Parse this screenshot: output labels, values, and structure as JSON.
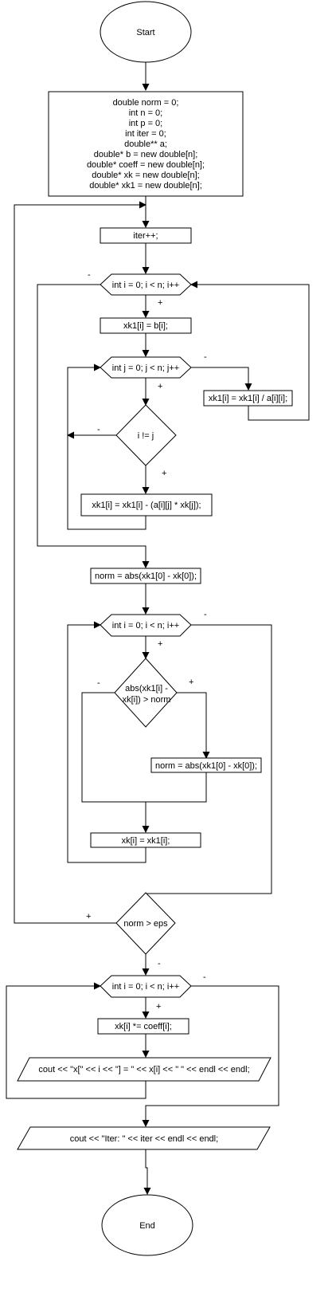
{
  "nodes": {
    "start": "Start",
    "init": [
      "double norm = 0;",
      "int n = 0;",
      "int p = 0;",
      "int iter = 0;",
      "double** a;",
      "double* b = new double[n];",
      "double* coeff = new double[n];",
      "double* xk = new double[n];",
      "double* xk1 = new double[n];"
    ],
    "iter_inc": "iter++;",
    "loop_i1": "int i = 0; i < n; i++",
    "assign_b": "xk1[i] = b[i];",
    "loop_j": "int j = 0; j < n; j++",
    "divide": "xk1[i] = xk1[i] / a[i][i];",
    "cond_ij": "i != j",
    "subtract": "xk1[i] = xk1[i] - (a[i][j] * xk[j]);",
    "norm1": "norm = abs(xk1[0] - xk[0]);",
    "loop_i2": "int i = 0; i < n; i++",
    "cond_abs": [
      "abs(xk1[i] -",
      "xk[i]) > norm"
    ],
    "norm2": "norm = abs(xk1[0] - xk[0]);",
    "copy": "xk[i] = xk1[i];",
    "cond_eps": "norm > eps",
    "loop_i3": "int i = 0; i < n; i++",
    "mult": "xk[i] *= coeff[i];",
    "print_x": "cout << \"x[\" << i << \"] = \" << x[i] << \" \" << endl << endl;",
    "print_iter": "cout << \"Iter: \" << iter << endl  << endl;",
    "end": "End"
  },
  "edge_labels": {
    "loop1_exit": "-",
    "loop1_body": "+",
    "loopj_exit": "-",
    "loopj_body": "+",
    "cond_ij_no": "-",
    "cond_ij_yes": "+",
    "loop2_exit": "-",
    "loop2_body": "+",
    "cond_abs_no": "-",
    "cond_abs_yes": "+",
    "eps_yes": "+",
    "eps_no": "-",
    "loop3_body": "+",
    "loop3_exit": "-"
  }
}
